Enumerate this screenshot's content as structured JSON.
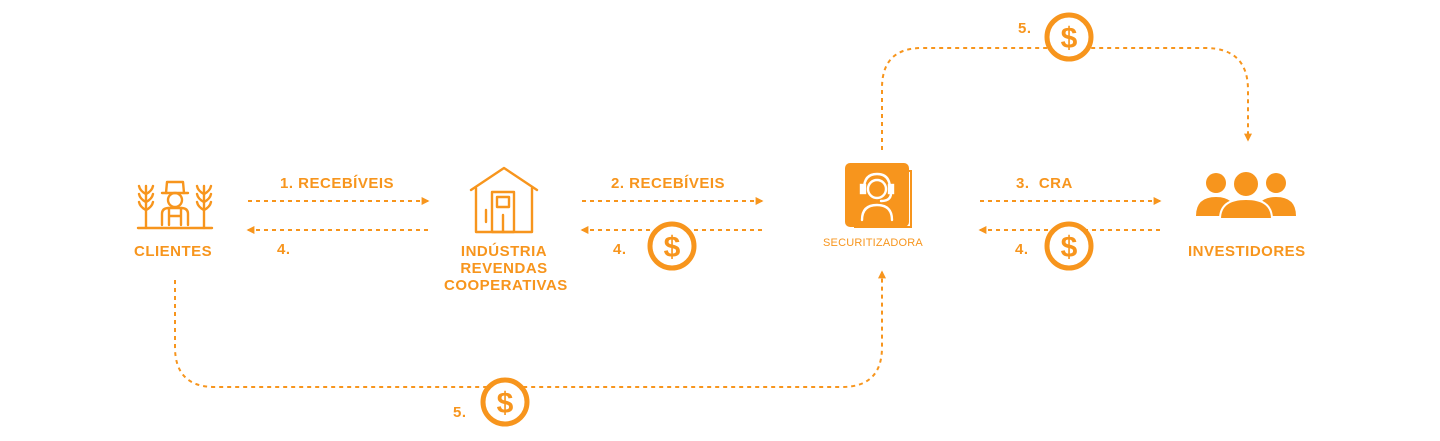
{
  "colors": {
    "accent": "#f7951d",
    "background": "#ffffff"
  },
  "nodes": {
    "clientes": {
      "label": "CLIENTES",
      "icon": "farmer-icon"
    },
    "industria": {
      "line1": "INDÚSTRIA",
      "line2": "REVENDAS",
      "line3": "COOPERATIVAS",
      "icon": "warehouse-icon"
    },
    "securitizadora": {
      "label": "SECURITIZADORA",
      "icon": "headset-operator-icon"
    },
    "investidores": {
      "label": "INVESTIDORES",
      "icon": "people-group-icon"
    }
  },
  "flows": {
    "step1": "1. RECEBÍVEIS",
    "step2": "2. RECEBÍVEIS",
    "step3": "3.  CRA",
    "step4a": "4.",
    "step4b": "4.",
    "step4c": "4.",
    "step5_top": "5.",
    "step5_bottom": "5.",
    "money_symbol": "$"
  }
}
